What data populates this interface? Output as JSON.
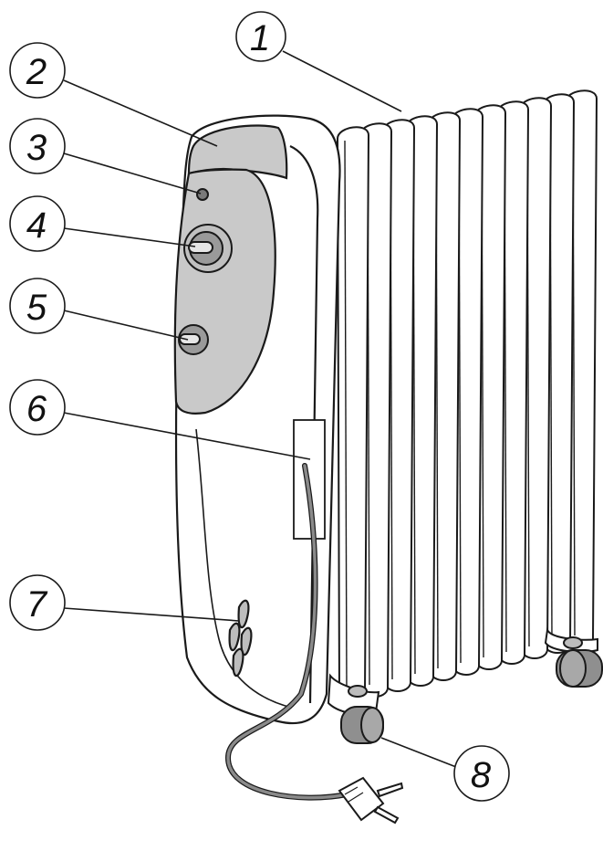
{
  "callouts": [
    {
      "label": "1"
    },
    {
      "label": "2"
    },
    {
      "label": "3"
    },
    {
      "label": "4"
    },
    {
      "label": "5"
    },
    {
      "label": "6"
    },
    {
      "label": "7"
    },
    {
      "label": "8"
    }
  ],
  "colors": {
    "line": "#1a1a1a",
    "body": "#ffffff",
    "panel": "#c9c9c9",
    "knob": "#9a9a9a",
    "cord": "#8a8a8a",
    "wheel": "#8f8f8f"
  },
  "icons": [
    "oil-radiator-illustration",
    "power-plug-icon",
    "castor-wheel-icon",
    "control-knob-icon"
  ]
}
